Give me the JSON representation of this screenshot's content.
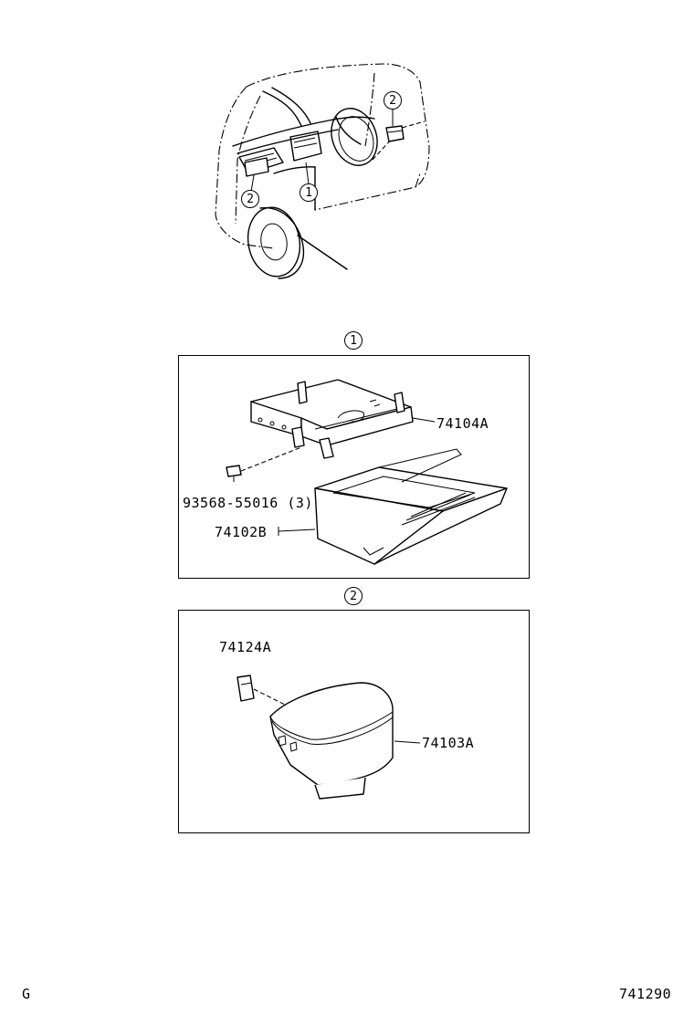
{
  "overview": {
    "callouts": [
      {
        "id": "overview-callout-2-right",
        "text": "2"
      },
      {
        "id": "overview-callout-2-left",
        "text": "2"
      },
      {
        "id": "overview-callout-1",
        "text": "1"
      }
    ]
  },
  "panels": [
    {
      "header": "1",
      "parts": [
        "74104A",
        "93568-55016 (3)",
        "74102B"
      ]
    },
    {
      "header": "2",
      "parts": [
        "74124A",
        "74103A"
      ]
    }
  ],
  "footer": {
    "left": "G",
    "right": "741290"
  }
}
